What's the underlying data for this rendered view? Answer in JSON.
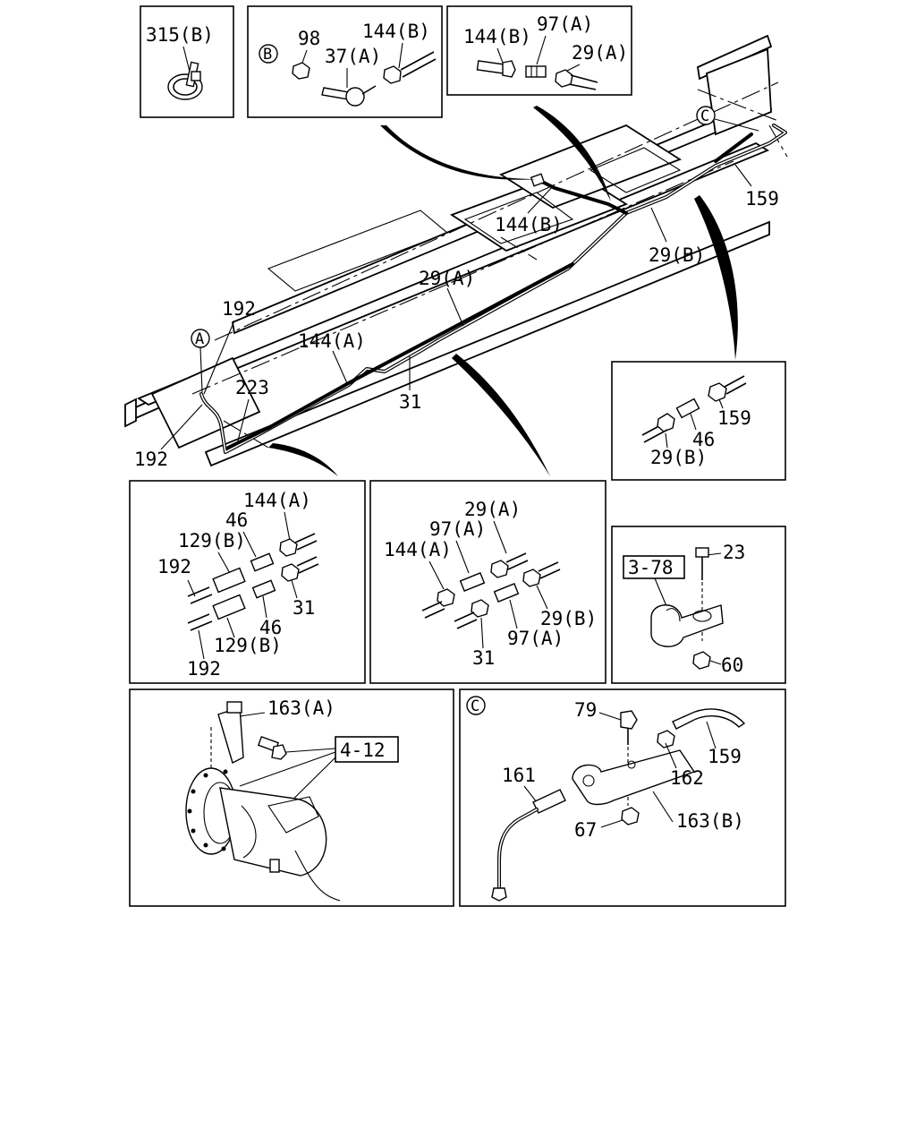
{
  "labels": {
    "p315B": "315(B)",
    "p98": "98",
    "p37A": "37(A)",
    "p144B": "144(B)",
    "p97A": "97(A)",
    "p29A": "29(A)",
    "p159": "159",
    "p29B": "29(B)",
    "p192": "192",
    "p144A": "144(A)",
    "p223": "223",
    "p31": "31",
    "p46": "46",
    "p129B": "129(B)",
    "p23": "23",
    "p60": "60",
    "p163A": "163(A)",
    "p79": "79",
    "p162": "162",
    "p161": "161",
    "p163B": "163(B)",
    "p67": "67"
  },
  "references": {
    "r378": "3-78",
    "r412": "4-12"
  },
  "callouts": {
    "A": "A",
    "B": "B",
    "C": "C"
  }
}
